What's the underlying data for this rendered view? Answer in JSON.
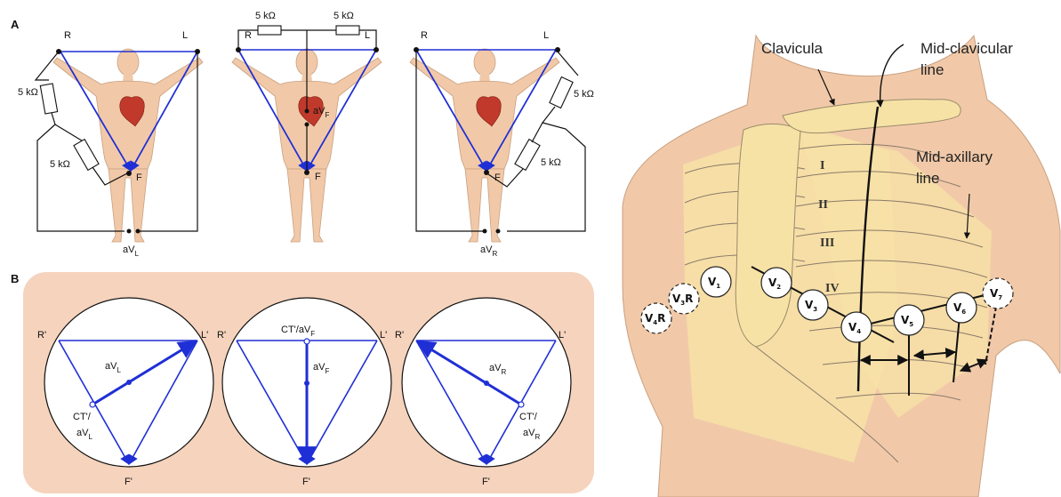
{
  "panel_labels": {
    "a": "A",
    "b": "B"
  },
  "limb_nodes": {
    "right": "R",
    "left": "L",
    "foot": "F"
  },
  "resistor_label": "5 kΩ",
  "lead_labels": {
    "avl_base": "aV",
    "avl_sub": "L",
    "avf_base": "aV",
    "avf_sub": "F",
    "avr_base": "aV",
    "avr_sub": "R"
  },
  "vector_nodes": {
    "right": "R'",
    "left": "L'",
    "foot": "F'",
    "ct": "CT'/",
    "ct_avf_base": "CT'/aV"
  },
  "chest": {
    "clavicula": "Clavicula",
    "midclavicular_line1": "Mid-clavicular",
    "midclavicular_line2": "line",
    "midaxillary_line1": "Mid-axillary",
    "midaxillary_line2": "line",
    "ribs": [
      "I",
      "II",
      "III",
      "IV"
    ],
    "electrodes": [
      {
        "base": "V",
        "sub": "1",
        "suffix": ""
      },
      {
        "base": "V",
        "sub": "2",
        "suffix": ""
      },
      {
        "base": "V",
        "sub": "3",
        "suffix": ""
      },
      {
        "base": "V",
        "sub": "4",
        "suffix": ""
      },
      {
        "base": "V",
        "sub": "5",
        "suffix": ""
      },
      {
        "base": "V",
        "sub": "6",
        "suffix": ""
      },
      {
        "base": "V",
        "sub": "7",
        "suffix": ""
      },
      {
        "base": "V",
        "sub": "3",
        "suffix": "R"
      },
      {
        "base": "V",
        "sub": "4",
        "suffix": "R"
      }
    ]
  },
  "colors": {
    "skin": "#f1c9a8",
    "panel_bg": "#f5d3bd",
    "vector_blue": "#1f2fd6",
    "bone": "#f7e2a6",
    "heart": "#c0392b"
  }
}
